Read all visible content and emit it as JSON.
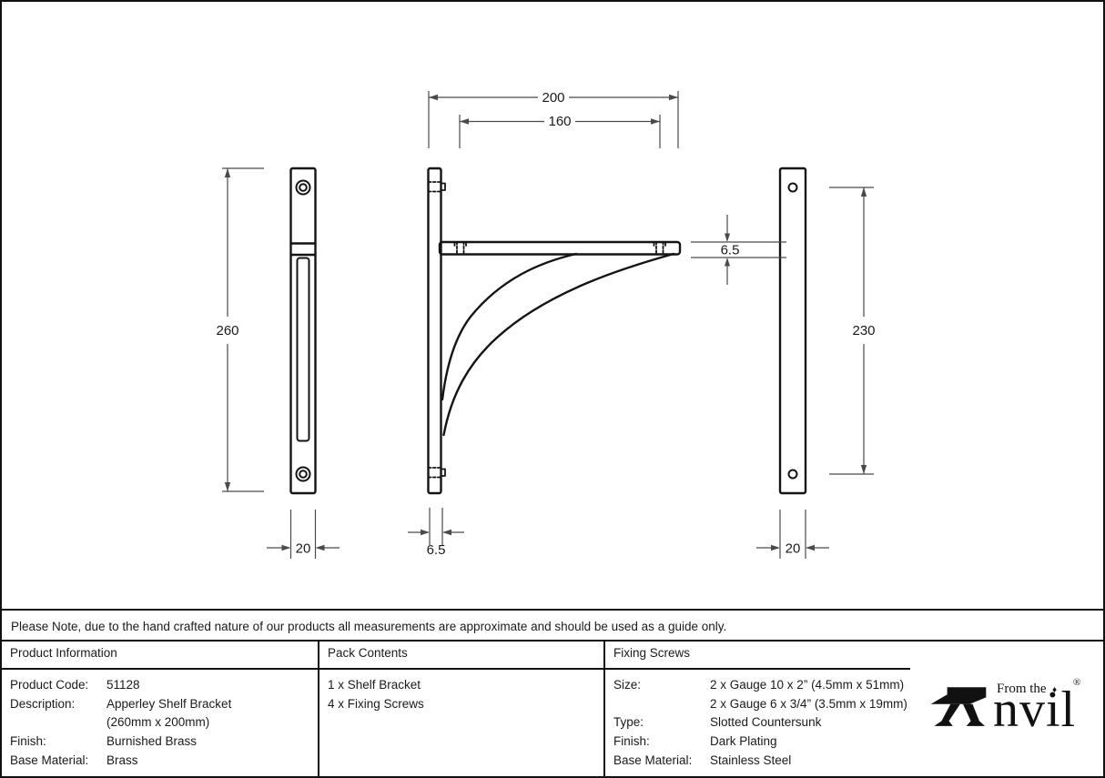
{
  "note": "Please Note, due to the hand crafted nature of our products all measurements are approximate and should be used as a guide only.",
  "drawing": {
    "dimensions": {
      "overall_depth": "200",
      "arm_hole_spacing": "160",
      "arm_thickness": "6.5",
      "plate_height": "260",
      "plate_hole_spacing": "230",
      "left_plate_width": "20",
      "plate_thickness": "6.5",
      "right_plate_width": "20"
    }
  },
  "table": {
    "product_information": {
      "header": "Product Information",
      "rows": [
        {
          "label": "Product Code:",
          "value": "51128"
        },
        {
          "label": "Description:",
          "value": "Apperley Shelf Bracket"
        },
        {
          "label": "",
          "value": "(260mm x 200mm)"
        },
        {
          "label": "Finish:",
          "value": "Burnished Brass"
        },
        {
          "label": "Base Material:",
          "value": "Brass"
        }
      ]
    },
    "pack_contents": {
      "header": "Pack Contents",
      "items": [
        "1 x Shelf Bracket",
        "4 x Fixing Screws"
      ]
    },
    "fixing_screws": {
      "header": "Fixing Screws",
      "rows": [
        {
          "label": "Size:",
          "value": "2 x Gauge 10 x 2” (4.5mm x 51mm)"
        },
        {
          "label": "",
          "value": "2 x Gauge 6 x 3/4” (3.5mm x 19mm)"
        },
        {
          "label": "Type:",
          "value": "Slotted Countersunk"
        },
        {
          "label": "Finish:",
          "value": "Dark Plating"
        },
        {
          "label": "Base Material:",
          "value": "Stainless Steel"
        }
      ]
    }
  },
  "logo": {
    "from_the": "From the",
    "diamond": "♦",
    "registered": "®",
    "anvil_text": "nvil"
  },
  "colors": {
    "line": "#141414",
    "dim_line": "#4a4a4a",
    "text": "#1a1a1a"
  }
}
